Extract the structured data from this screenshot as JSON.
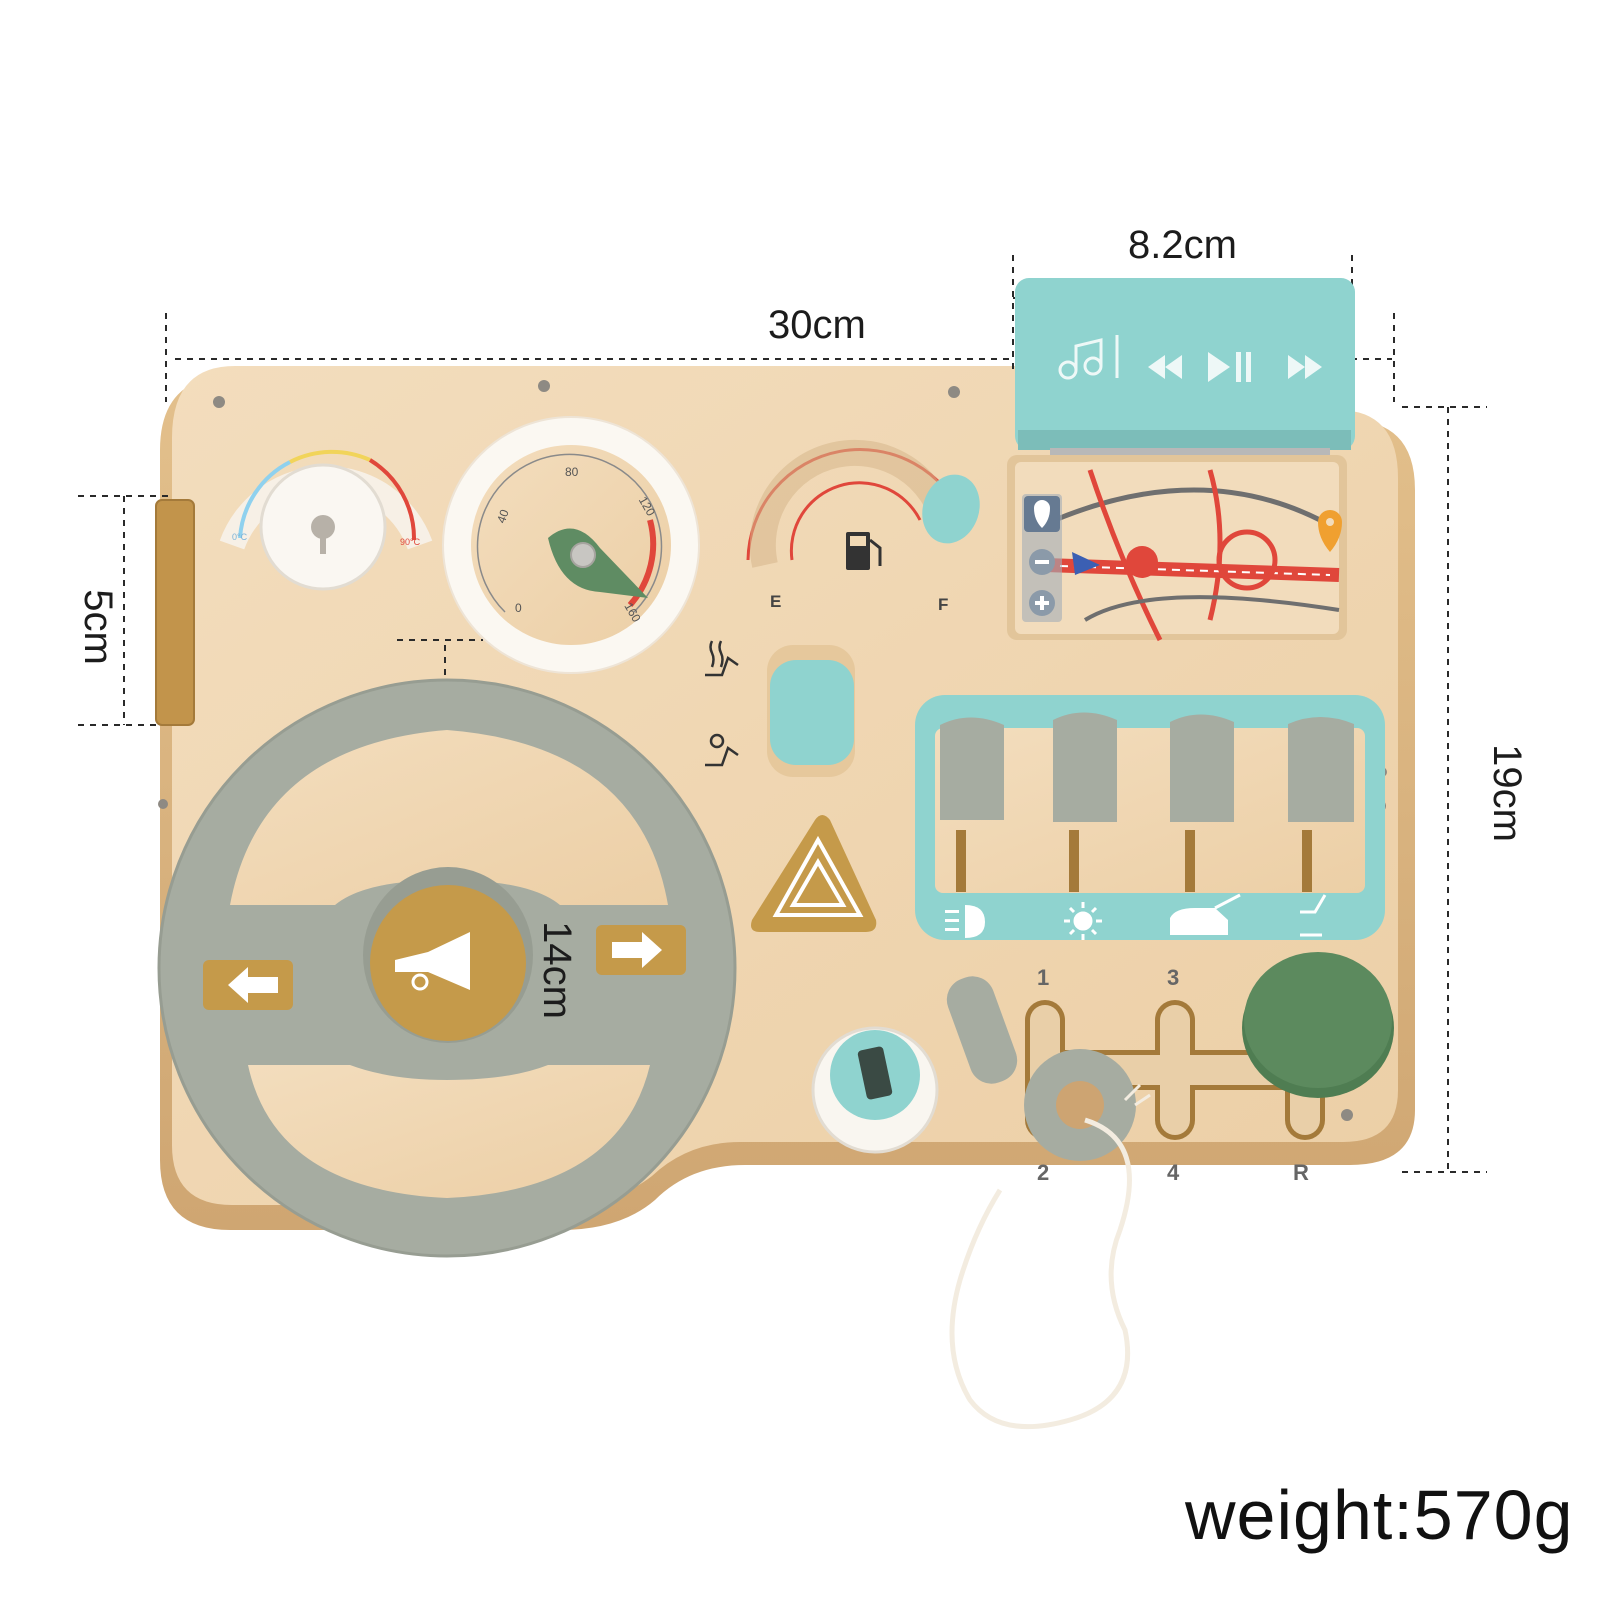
{
  "dimensions": {
    "width_total": "30cm",
    "width_player": "8.2cm",
    "height_total": "19cm",
    "height_lever": "5cm",
    "wheel_diameter": "14cm"
  },
  "weight": "weight:570g",
  "gauges": {
    "thermo_low": "0°C",
    "thermo_high": "90°C",
    "speed_ticks": [
      "0",
      "40",
      "80",
      "120",
      "160"
    ],
    "fuel_empty": "E",
    "fuel_full": "F"
  },
  "gears": {
    "labels": [
      "1",
      "2",
      "3",
      "4",
      "R"
    ]
  },
  "colors": {
    "board": "#f1d9b5",
    "mint": "#8fd3cf",
    "grey": "#a6aca1",
    "ochre": "#c59a4a",
    "green": "#5c8a5e",
    "red": "#e0473b"
  },
  "icons": [
    "music-icon",
    "rewind-icon",
    "play-pause-icon",
    "fast-forward-icon",
    "fuel-pump-icon",
    "seat-heat-icon",
    "seat-fan-icon",
    "hazard-icon",
    "horn-icon",
    "left-arrow-icon",
    "right-arrow-icon",
    "headlight-icon",
    "sun-icon",
    "car-trunk-icon",
    "seat-recline-icon",
    "location-pin-icon",
    "zoom-in-icon",
    "zoom-out-icon"
  ]
}
